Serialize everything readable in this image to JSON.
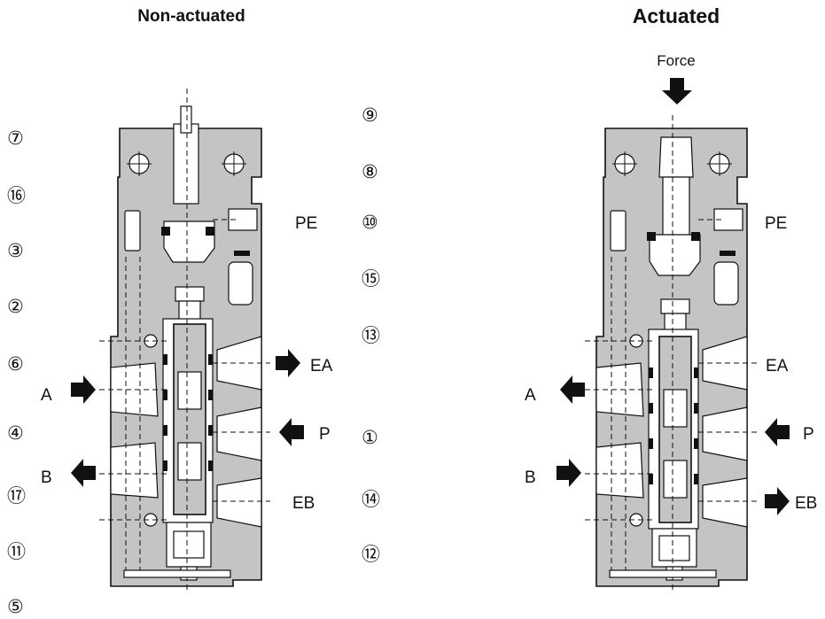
{
  "titles": {
    "left": "Non-actuated",
    "right": "Actuated"
  },
  "force_label": "Force",
  "port_labels": {
    "pe": "PE",
    "ea": "EA",
    "a": "A",
    "p": "P",
    "b": "B",
    "eb": "EB"
  },
  "part_numbers": {
    "left_column": [
      "⑦",
      "⑯",
      "③",
      "②",
      "⑥",
      "④",
      "⑰",
      "⑪",
      "⑤"
    ],
    "middle_column": [
      "⑨",
      "⑧",
      "⑩",
      "⑮",
      "⑬",
      "①",
      "⑭",
      "⑫"
    ]
  },
  "arrows": {
    "non_actuated": {
      "a": "in",
      "b": "out",
      "ea": "out",
      "p": "in"
    },
    "actuated": {
      "a": "out",
      "b": "in",
      "p": "in",
      "eb": "out",
      "force": "down"
    }
  },
  "colors": {
    "body_fill": "#c4c4c4",
    "outline": "#111111",
    "arrow": "#111111"
  }
}
